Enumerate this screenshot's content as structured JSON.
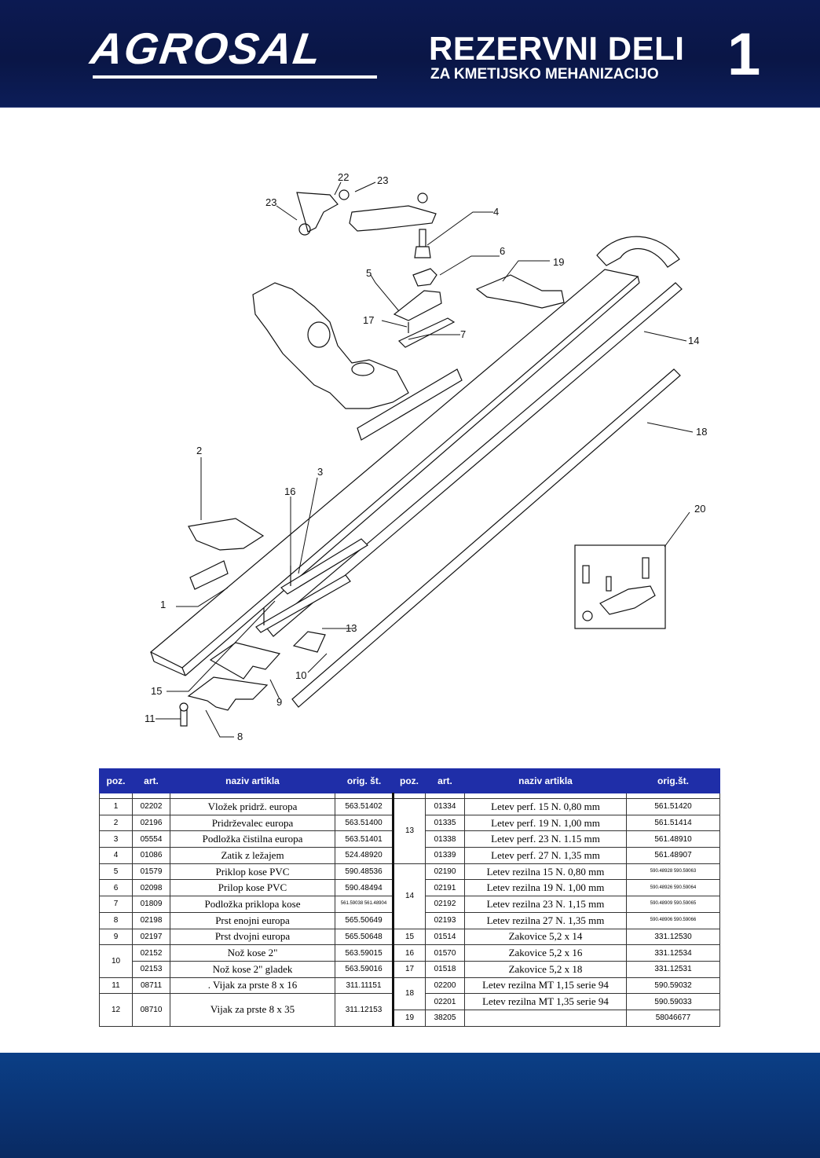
{
  "header": {
    "brand": "AGROSAL",
    "title": "REZERVNI DELI",
    "subtitle": "ZA KMETIJSKO MEHANIZACIJO",
    "page_number": "1"
  },
  "diagram": {
    "callouts": [
      "1",
      "2",
      "3",
      "4",
      "5",
      "6",
      "7",
      "8",
      "9",
      "10",
      "11",
      "13",
      "14",
      "15",
      "16",
      "17",
      "18",
      "19",
      "20",
      "22",
      "23",
      "23"
    ]
  },
  "table": {
    "headers": [
      "poz.",
      "art.",
      "naziv artikla",
      "orig. št.",
      "poz.",
      "art.",
      "naziv artikla",
      "orig.št."
    ],
    "left": [
      {
        "poz": "1",
        "art": "02202",
        "name": "Vložek pridrž. europa",
        "orig": "563.51402"
      },
      {
        "poz": "2",
        "art": "02196",
        "name": "Pridrževalec europa",
        "orig": "563.51400"
      },
      {
        "poz": "3",
        "art": "05554",
        "name": "Podložka čistilna europa",
        "orig": "563.51401"
      },
      {
        "poz": "4",
        "art": "01086",
        "name": "Zatik z ležajem",
        "orig": "524.48920"
      },
      {
        "poz": "5",
        "art": "01579",
        "name": "Priklop kose  PVC",
        "orig": "590.48536"
      },
      {
        "poz": "6",
        "art": "02098",
        "name": "Prilop kose PVC",
        "orig": "590.48494"
      },
      {
        "poz": "7",
        "art": "01809",
        "name": "Podložka priklopa kose",
        "orig": "561.59038 561.48904"
      },
      {
        "poz": "8",
        "art": "02198",
        "name": "Prst enojni europa",
        "orig": "565.50649"
      },
      {
        "poz": "9",
        "art": "02197",
        "name": "Prst dvojni europa",
        "orig": "565.50648"
      },
      {
        "poz": "10",
        "art": "02152",
        "name": "Nož kose 2\"",
        "orig": "563.59015"
      },
      {
        "poz": "",
        "art": "02153",
        "name": "Nož kose 2\" gladek",
        "orig": "563.59016"
      },
      {
        "poz": "11",
        "art": "08711",
        "name": ".  Vijak za prste 8 x 16",
        "orig": "311.11151"
      },
      {
        "poz": "12",
        "art": "08710",
        "name": "Vijak za prste 8 x 35",
        "orig": "311.12153"
      }
    ],
    "right": [
      {
        "poz": "13",
        "art": "01334",
        "name": "Letev perf. 15 N. 0,80 mm",
        "orig": "561.51420"
      },
      {
        "poz": "",
        "art": "01335",
        "name": "Letev perf. 19 N. 1,00 mm",
        "orig": "561.51414"
      },
      {
        "poz": "",
        "art": "01338",
        "name": "Letev perf. 23 N. 1.15 mm",
        "orig": "561.48910"
      },
      {
        "poz": "",
        "art": "01339",
        "name": "Letev perf. 27 N. 1,35 mm",
        "orig": "561.48907"
      },
      {
        "poz": "14",
        "art": "02190",
        "name": "Letev rezilna 15 N. 0,80 mm",
        "orig": "590.48928 590.59063"
      },
      {
        "poz": "",
        "art": "02191",
        "name": "Letev rezilna 19 N. 1,00 mm",
        "orig": "590.48926 590.59064"
      },
      {
        "poz": "",
        "art": "02192",
        "name": "Letev rezilna 23 N. 1,15 mm",
        "orig": "590.48909 590.59065"
      },
      {
        "poz": "",
        "art": "02193",
        "name": "Letev rezilna 27 N. 1,35 mm",
        "orig": "590.48906 590.59066"
      },
      {
        "poz": "15",
        "art": "01514",
        "name": "Zakovice 5,2 x 14",
        "orig": "331.12530"
      },
      {
        "poz": "16",
        "art": "01570",
        "name": "Zakovice 5,2 x 16",
        "orig": "331.12534"
      },
      {
        "poz": "17",
        "art": "01518",
        "name": "Zakovice 5,2 x 18",
        "orig": "331.12531"
      },
      {
        "poz": "18",
        "art": "02200",
        "name": "Letev rezilna MT 1,15 serie 94",
        "orig": "590.59032"
      },
      {
        "poz": "",
        "art": "02201",
        "name": "Letev rezilna MT 1,35 serie 94",
        "orig": "590.59033"
      },
      {
        "poz": "19",
        "art": "38205",
        "name": "",
        "orig": "58046677"
      }
    ]
  }
}
